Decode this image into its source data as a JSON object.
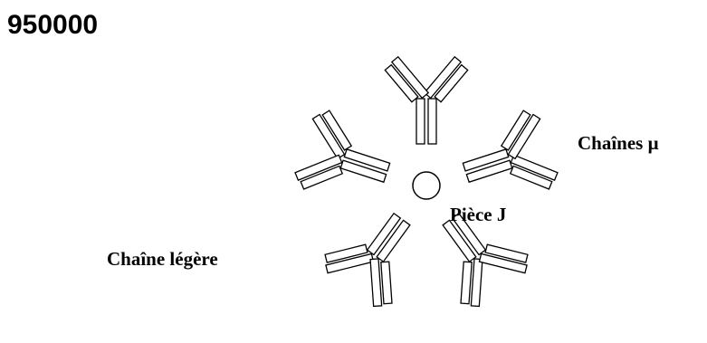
{
  "title": "950000",
  "labels": {
    "heavy_chains": "Chaînes μ",
    "j_piece": "Pièce J",
    "light_chain": "Chaîne légère"
  },
  "colors": {
    "stroke": "#000000",
    "fill": "#ffffff"
  }
}
